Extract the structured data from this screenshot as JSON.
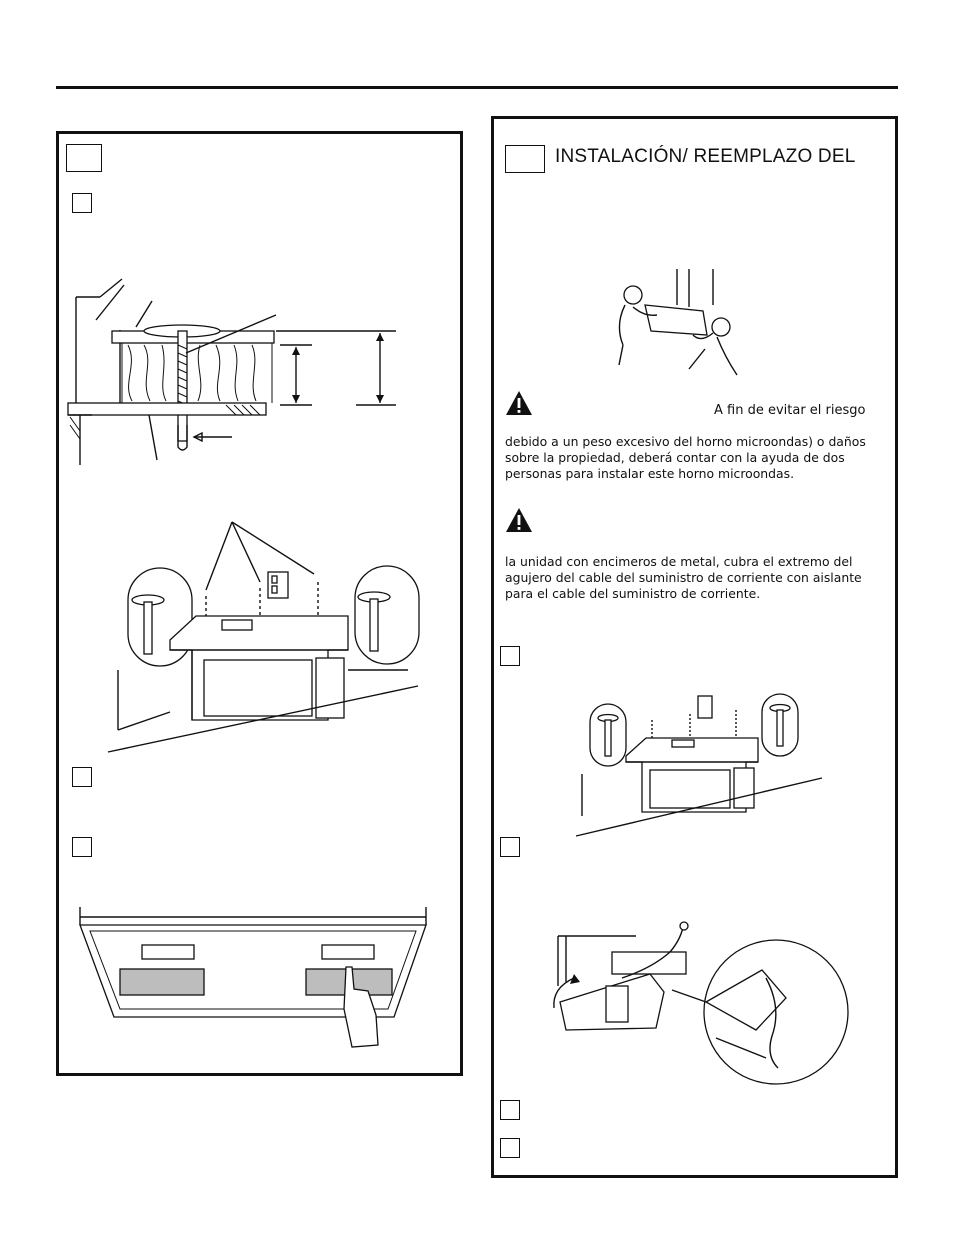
{
  "right_section": {
    "heading": "INSTALACIÓN/ REEMPLAZO DEL"
  },
  "warning_1": {
    "lead": "A fin de evitar el riesgo",
    "body": "debido a un peso excesivo del horno microondas) o daños sobre la propiedad, deberá contar con la ayuda de dos personas para instalar este horno microondas."
  },
  "warning_2": {
    "body": "la unidad con encimeros de metal, cubra el extremo del agujero del cable del suministro de corriente con aislante para el cable del suministro de corriente."
  },
  "icons": [
    "warning-triangle-icon",
    "warning-triangle-icon"
  ],
  "colors": {
    "ink": "#111111",
    "filter": "#bdbdbd",
    "paper": "#ffffff"
  }
}
